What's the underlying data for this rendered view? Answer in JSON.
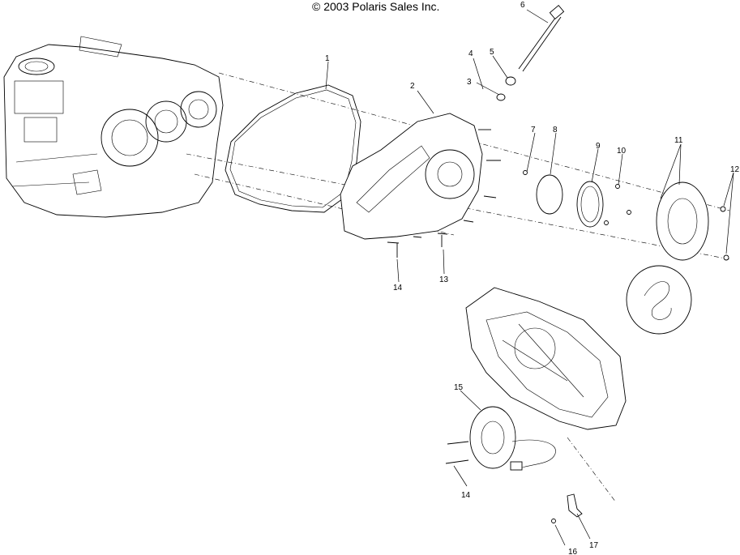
{
  "diagram": {
    "copyright": "© 2003 Polaris Sales Inc.",
    "callouts": [
      "1",
      "2",
      "3",
      "4",
      "5",
      "6",
      "7",
      "8",
      "9",
      "10",
      "11",
      "12",
      "13",
      "14",
      "14",
      "15",
      "16",
      "17"
    ]
  }
}
